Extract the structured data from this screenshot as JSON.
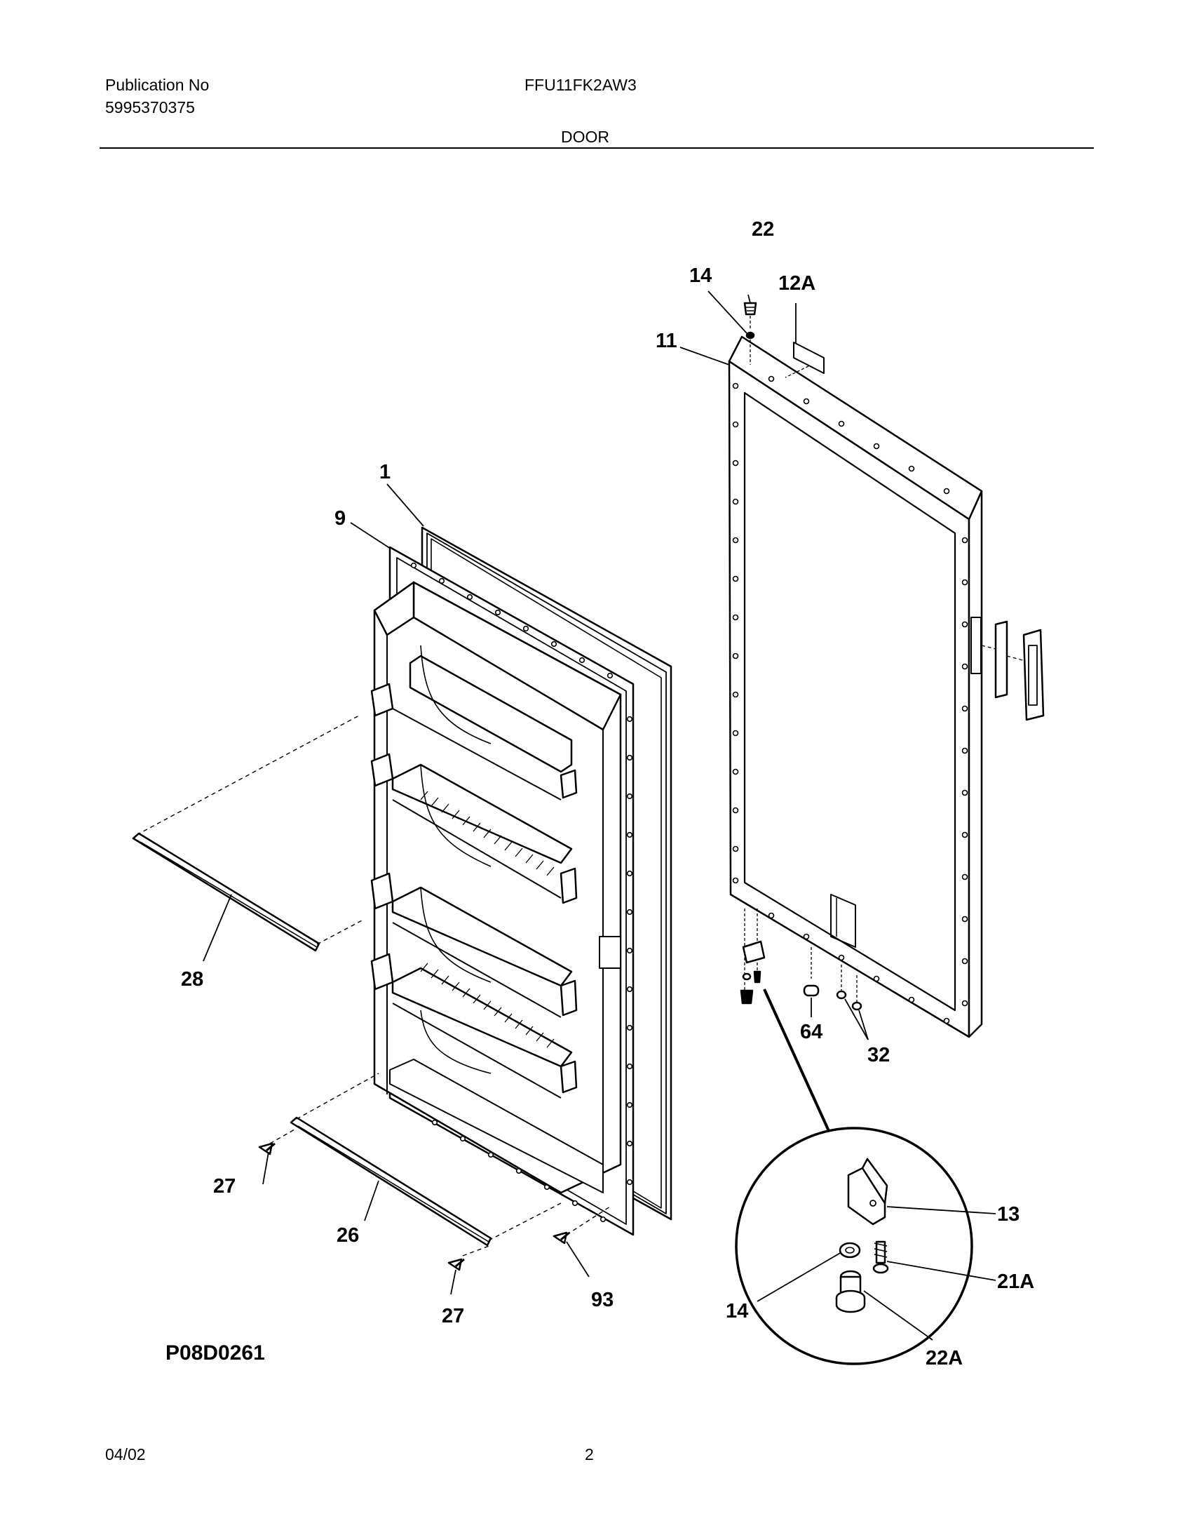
{
  "header": {
    "publication_label": "Publication No",
    "publication_number": "5995370375",
    "model": "FFU11FK2AW3",
    "section": "DOOR"
  },
  "diagram": {
    "callouts": {
      "c1": "1",
      "c9": "9",
      "c11": "11",
      "c12a": "12A",
      "c13": "13",
      "c14_top": "14",
      "c14_detail": "14",
      "c21a": "21A",
      "c22_top": "22",
      "c22a": "22A",
      "c26": "26",
      "c27_left": "27",
      "c27_bottom": "27",
      "c28": "28",
      "c32": "32",
      "c64": "64",
      "c93": "93"
    },
    "drawing_code": "P08D0261"
  },
  "footer": {
    "date": "04/02",
    "page": "2"
  }
}
